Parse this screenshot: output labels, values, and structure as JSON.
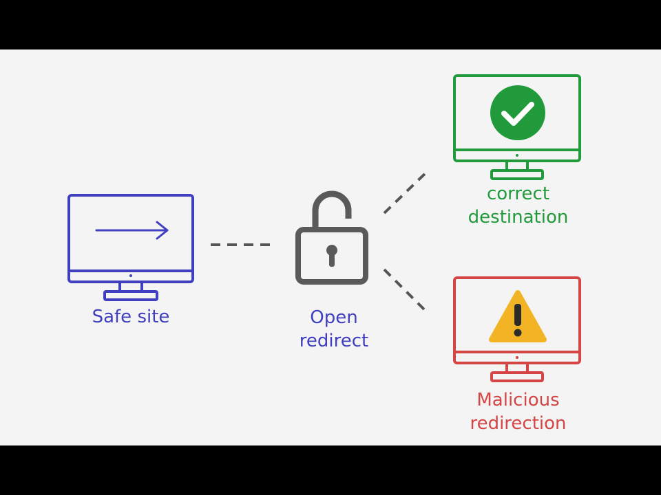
{
  "nodes": {
    "safe_site": {
      "label": "Safe site"
    },
    "open_redirect": {
      "line1": "Open",
      "line2": "redirect"
    },
    "correct_destination": {
      "line1": "correct",
      "line2": "destination"
    },
    "malicious_redirection": {
      "line1": "Malicious",
      "line2": "redirection"
    }
  },
  "colors": {
    "safe": "#3f3fbf",
    "lock": "#5a5a5a",
    "correct": "#219a3c",
    "malicious": "#d64545",
    "warning": "#f2b424",
    "connector": "#555555",
    "background": "#f4f4f4"
  },
  "icons": {
    "safe_site": "monitor-arrow-icon",
    "open_redirect": "unlocked-padlock-icon",
    "correct_destination": "monitor-checkmark-icon",
    "malicious_redirection": "monitor-warning-icon"
  }
}
